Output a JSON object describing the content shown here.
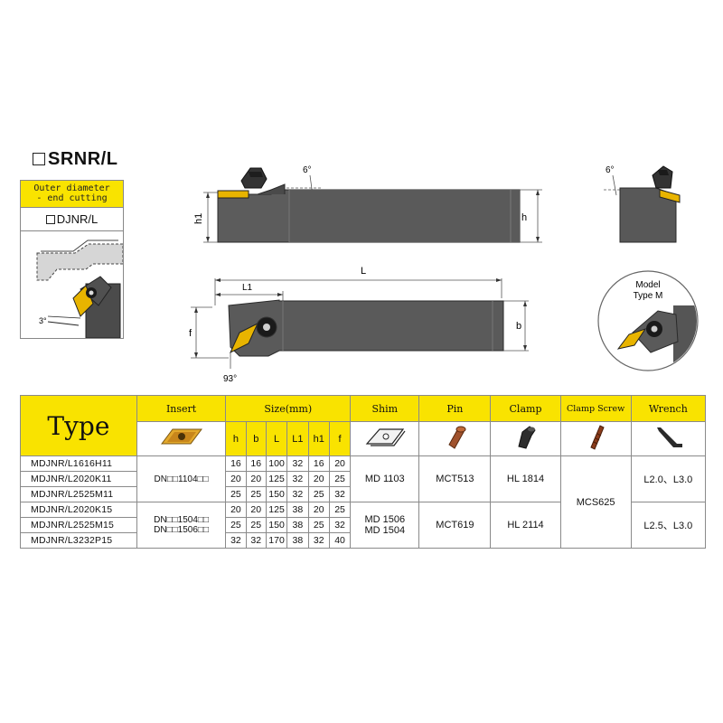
{
  "series": {
    "title": "SRNR/L"
  },
  "description": {
    "line1": "Outer diameter",
    "line2": "- end cutting",
    "model": "DJNR/L",
    "angle": "3°"
  },
  "drawings": {
    "side_view": {
      "angle": "6°",
      "h1": "h1",
      "h": "h"
    },
    "end_view": {
      "angle": "6°"
    },
    "top_view": {
      "L": "L",
      "L1": "L1",
      "f": "f",
      "b": "b",
      "angle": "93°"
    },
    "detail": {
      "line1": "Model",
      "line2": "Type M"
    }
  },
  "table": {
    "headers": {
      "type": "Type",
      "insert": "Insert",
      "size": "Size(mm)",
      "shim": "Shim",
      "pin": "Pin",
      "clamp": "Clamp",
      "clamp_screw": "Clamp Screw",
      "wrench": "Wrench"
    },
    "size_columns": [
      "h",
      "b",
      "L",
      "L1",
      "h1",
      "f"
    ],
    "rows": [
      {
        "model": "MDJNR/L1616H11",
        "sizes": [
          "16",
          "16",
          "100",
          "32",
          "16",
          "20"
        ]
      },
      {
        "model": "MDJNR/L2020K11",
        "sizes": [
          "20",
          "20",
          "125",
          "32",
          "20",
          "25"
        ]
      },
      {
        "model": "MDJNR/L2525M11",
        "sizes": [
          "25",
          "25",
          "150",
          "32",
          "25",
          "32"
        ]
      },
      {
        "model": "MDJNR/L2020K15",
        "sizes": [
          "20",
          "20",
          "125",
          "38",
          "20",
          "25"
        ]
      },
      {
        "model": "MDJNR/L2525M15",
        "sizes": [
          "25",
          "25",
          "150",
          "38",
          "25",
          "32"
        ]
      },
      {
        "model": "MDJNR/L3232P15",
        "sizes": [
          "32",
          "32",
          "170",
          "38",
          "32",
          "40"
        ]
      }
    ],
    "group1": {
      "insert": "DN□□1104□□",
      "shim": "MD 1103",
      "pin": "MCT513",
      "clamp": "HL 1814",
      "wrench": "L2.0、L3.0"
    },
    "group2": {
      "insert_line1": "DN□□1504□□",
      "insert_line2": "DN□□1506□□",
      "shim_line1": "MD 1506",
      "shim_line2": "MD 1504",
      "pin": "MCT619",
      "clamp": "HL 2114",
      "wrench": "L2.5、L3.0"
    },
    "clamp_screw": "MCS625"
  },
  "colors": {
    "accent": "#f9e300",
    "tool_body": "#5a5a5a",
    "insert": "#e8b400",
    "border": "#8a8a8a"
  }
}
